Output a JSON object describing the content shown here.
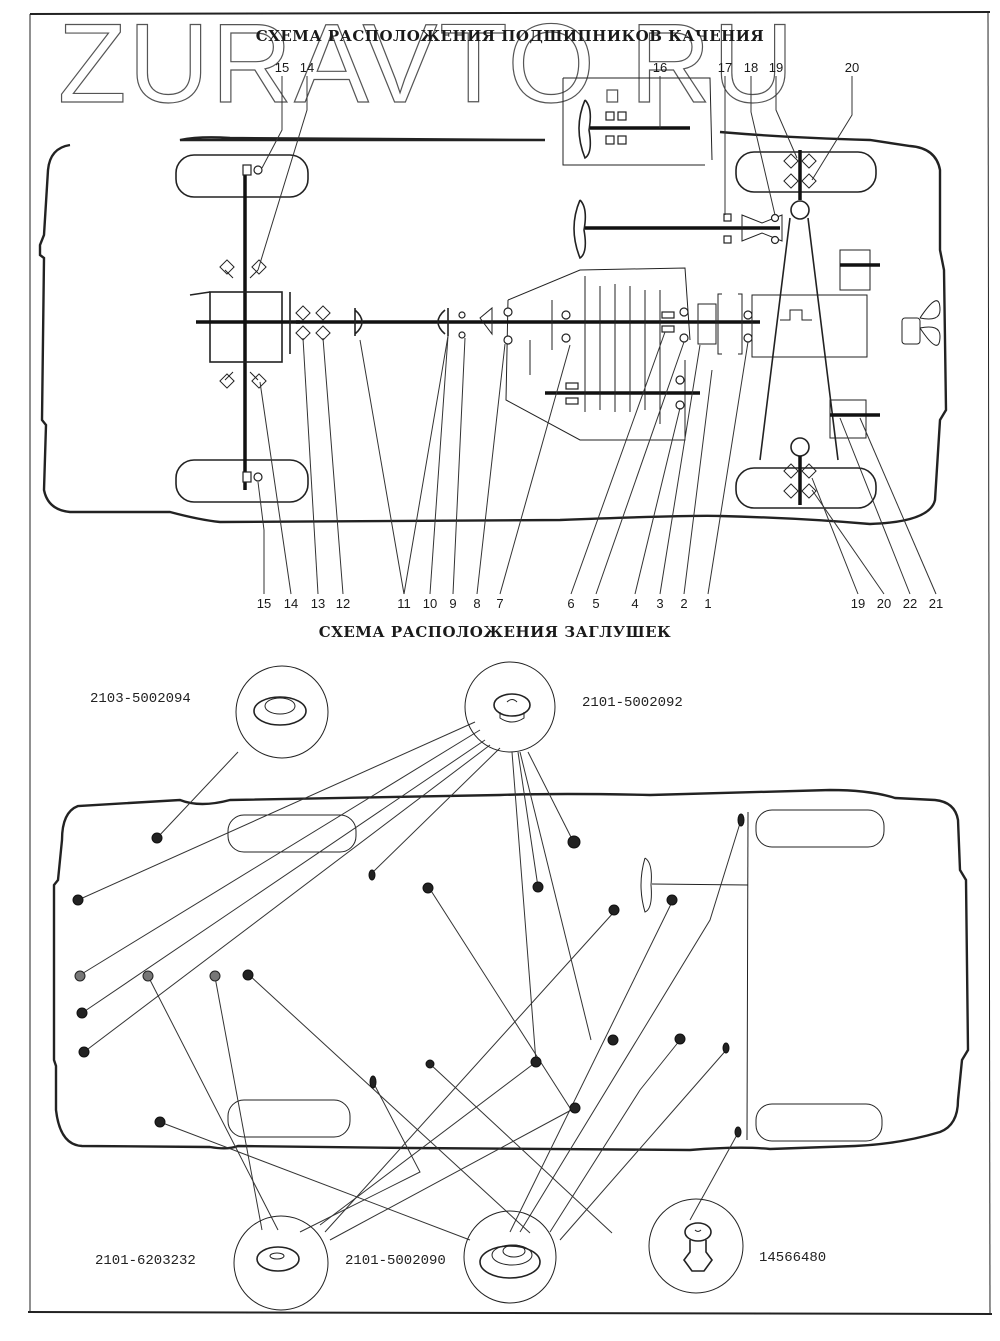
{
  "watermark": "ZURAVTO.RU",
  "bearings_section": {
    "title": "СХЕМА РАСПОЛОЖЕНИЯ ПОДШИПНИКОВ КАЧЕНИЯ",
    "top_labels": [
      "15",
      "14",
      "16",
      "17",
      "18",
      "19",
      "20"
    ],
    "bottom_labels": [
      "15",
      "14",
      "13",
      "12",
      "11",
      "10",
      "9",
      "8",
      "7",
      "6",
      "5",
      "4",
      "3",
      "2",
      "1",
      "19",
      "20",
      "22",
      "21"
    ]
  },
  "plugs_section": {
    "title": "СХЕМА РАСПОЛОЖЕНИЯ ЗАГЛУШЕК",
    "parts": [
      {
        "number": "2103-5002094",
        "icon": "shallow-cup-plug"
      },
      {
        "number": "2101-5002092",
        "icon": "mushroom-plug"
      },
      {
        "number": "2101-6203232",
        "icon": "flat-cap-plug"
      },
      {
        "number": "2101-5002090",
        "icon": "large-ring-plug"
      },
      {
        "number": "14566480",
        "icon": "pin-clip-plug"
      }
    ]
  }
}
